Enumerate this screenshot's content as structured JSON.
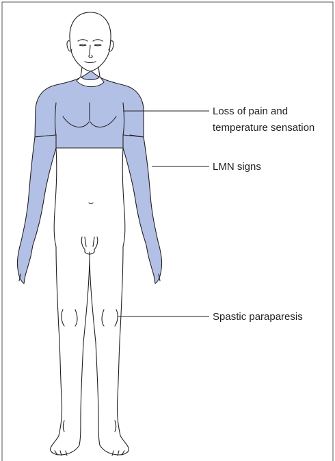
{
  "labels": {
    "sensory_loss_line1": "Loss of pain and",
    "sensory_loss_line2": "temperature sensation",
    "lmn": "LMN signs",
    "spastic": "Spastic paraparesis"
  },
  "colors": {
    "affected_region": "#b3c0e6",
    "outline": "#231f20",
    "frame": "#555555"
  }
}
